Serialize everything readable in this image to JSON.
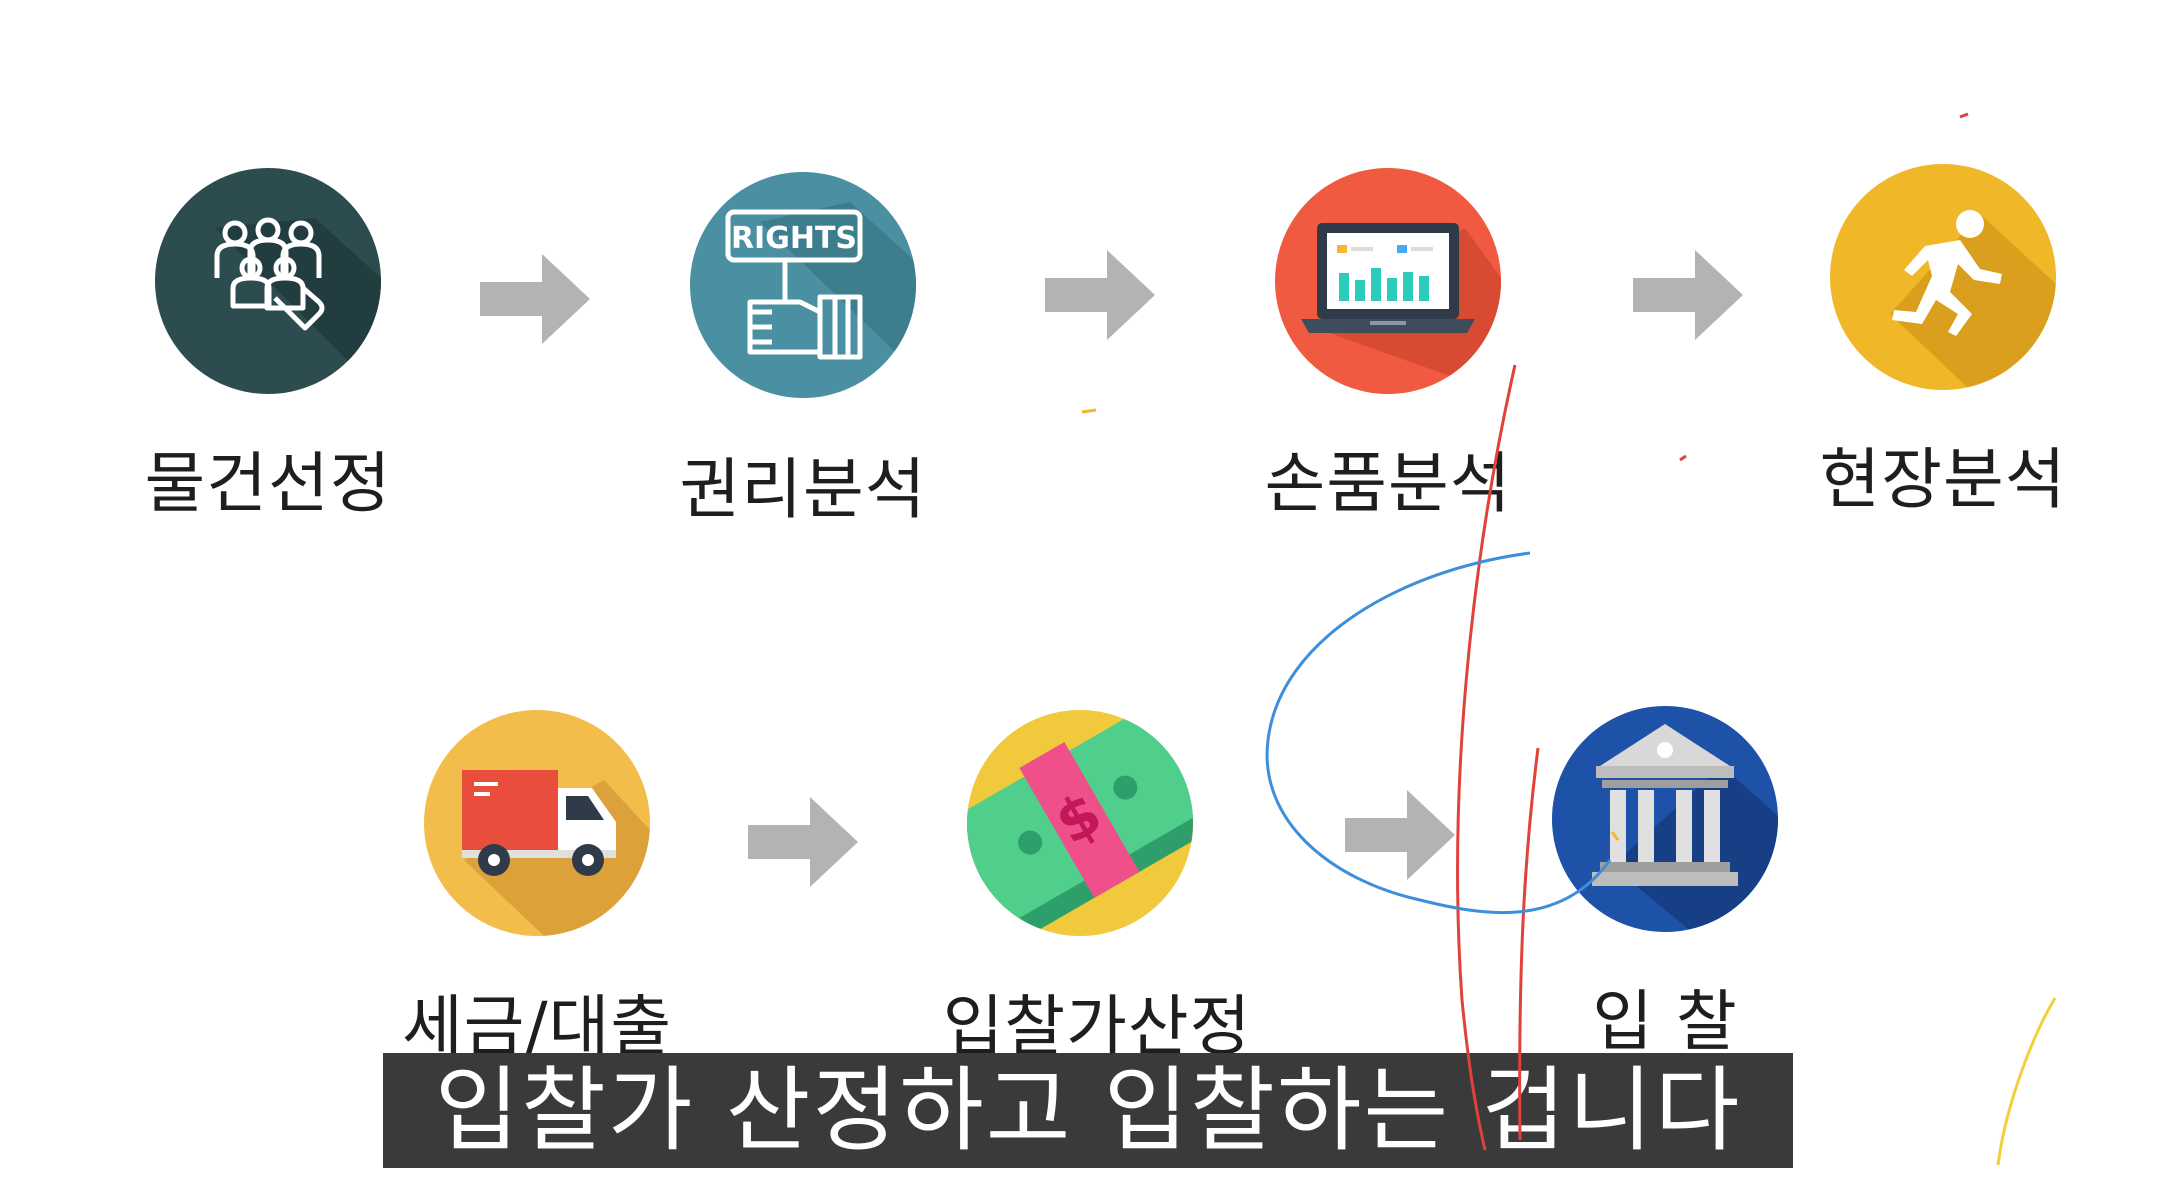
{
  "steps_row1": [
    {
      "id": "mulgeon",
      "label": "물건선정",
      "icon": "people-hand-icon",
      "color": "#2c4c4f"
    },
    {
      "id": "gwonri",
      "label": "권리분석",
      "icon": "rights-sign-icon",
      "color": "#4a8fa2",
      "sign_text": "RIGHTS"
    },
    {
      "id": "sonpum",
      "label": "손품분석",
      "icon": "laptop-chart-icon",
      "color": "#f05a40"
    },
    {
      "id": "hyeonjang",
      "label": "현장분석",
      "icon": "running-man-icon",
      "color": "#f0b829"
    }
  ],
  "steps_row2": [
    {
      "id": "segeum",
      "label": "세금/대출",
      "icon": "truck-icon",
      "color": "#f3bd4c"
    },
    {
      "id": "ipchalga",
      "label": "입찰가산정",
      "icon": "money-icon",
      "color": "#f0c93c"
    },
    {
      "id": "ipchal",
      "label": "입 찰",
      "icon": "bank-building-icon",
      "color": "#1d52a8"
    }
  ],
  "subtitle": "입찰가 산정하고 입찰하는 겁니다"
}
